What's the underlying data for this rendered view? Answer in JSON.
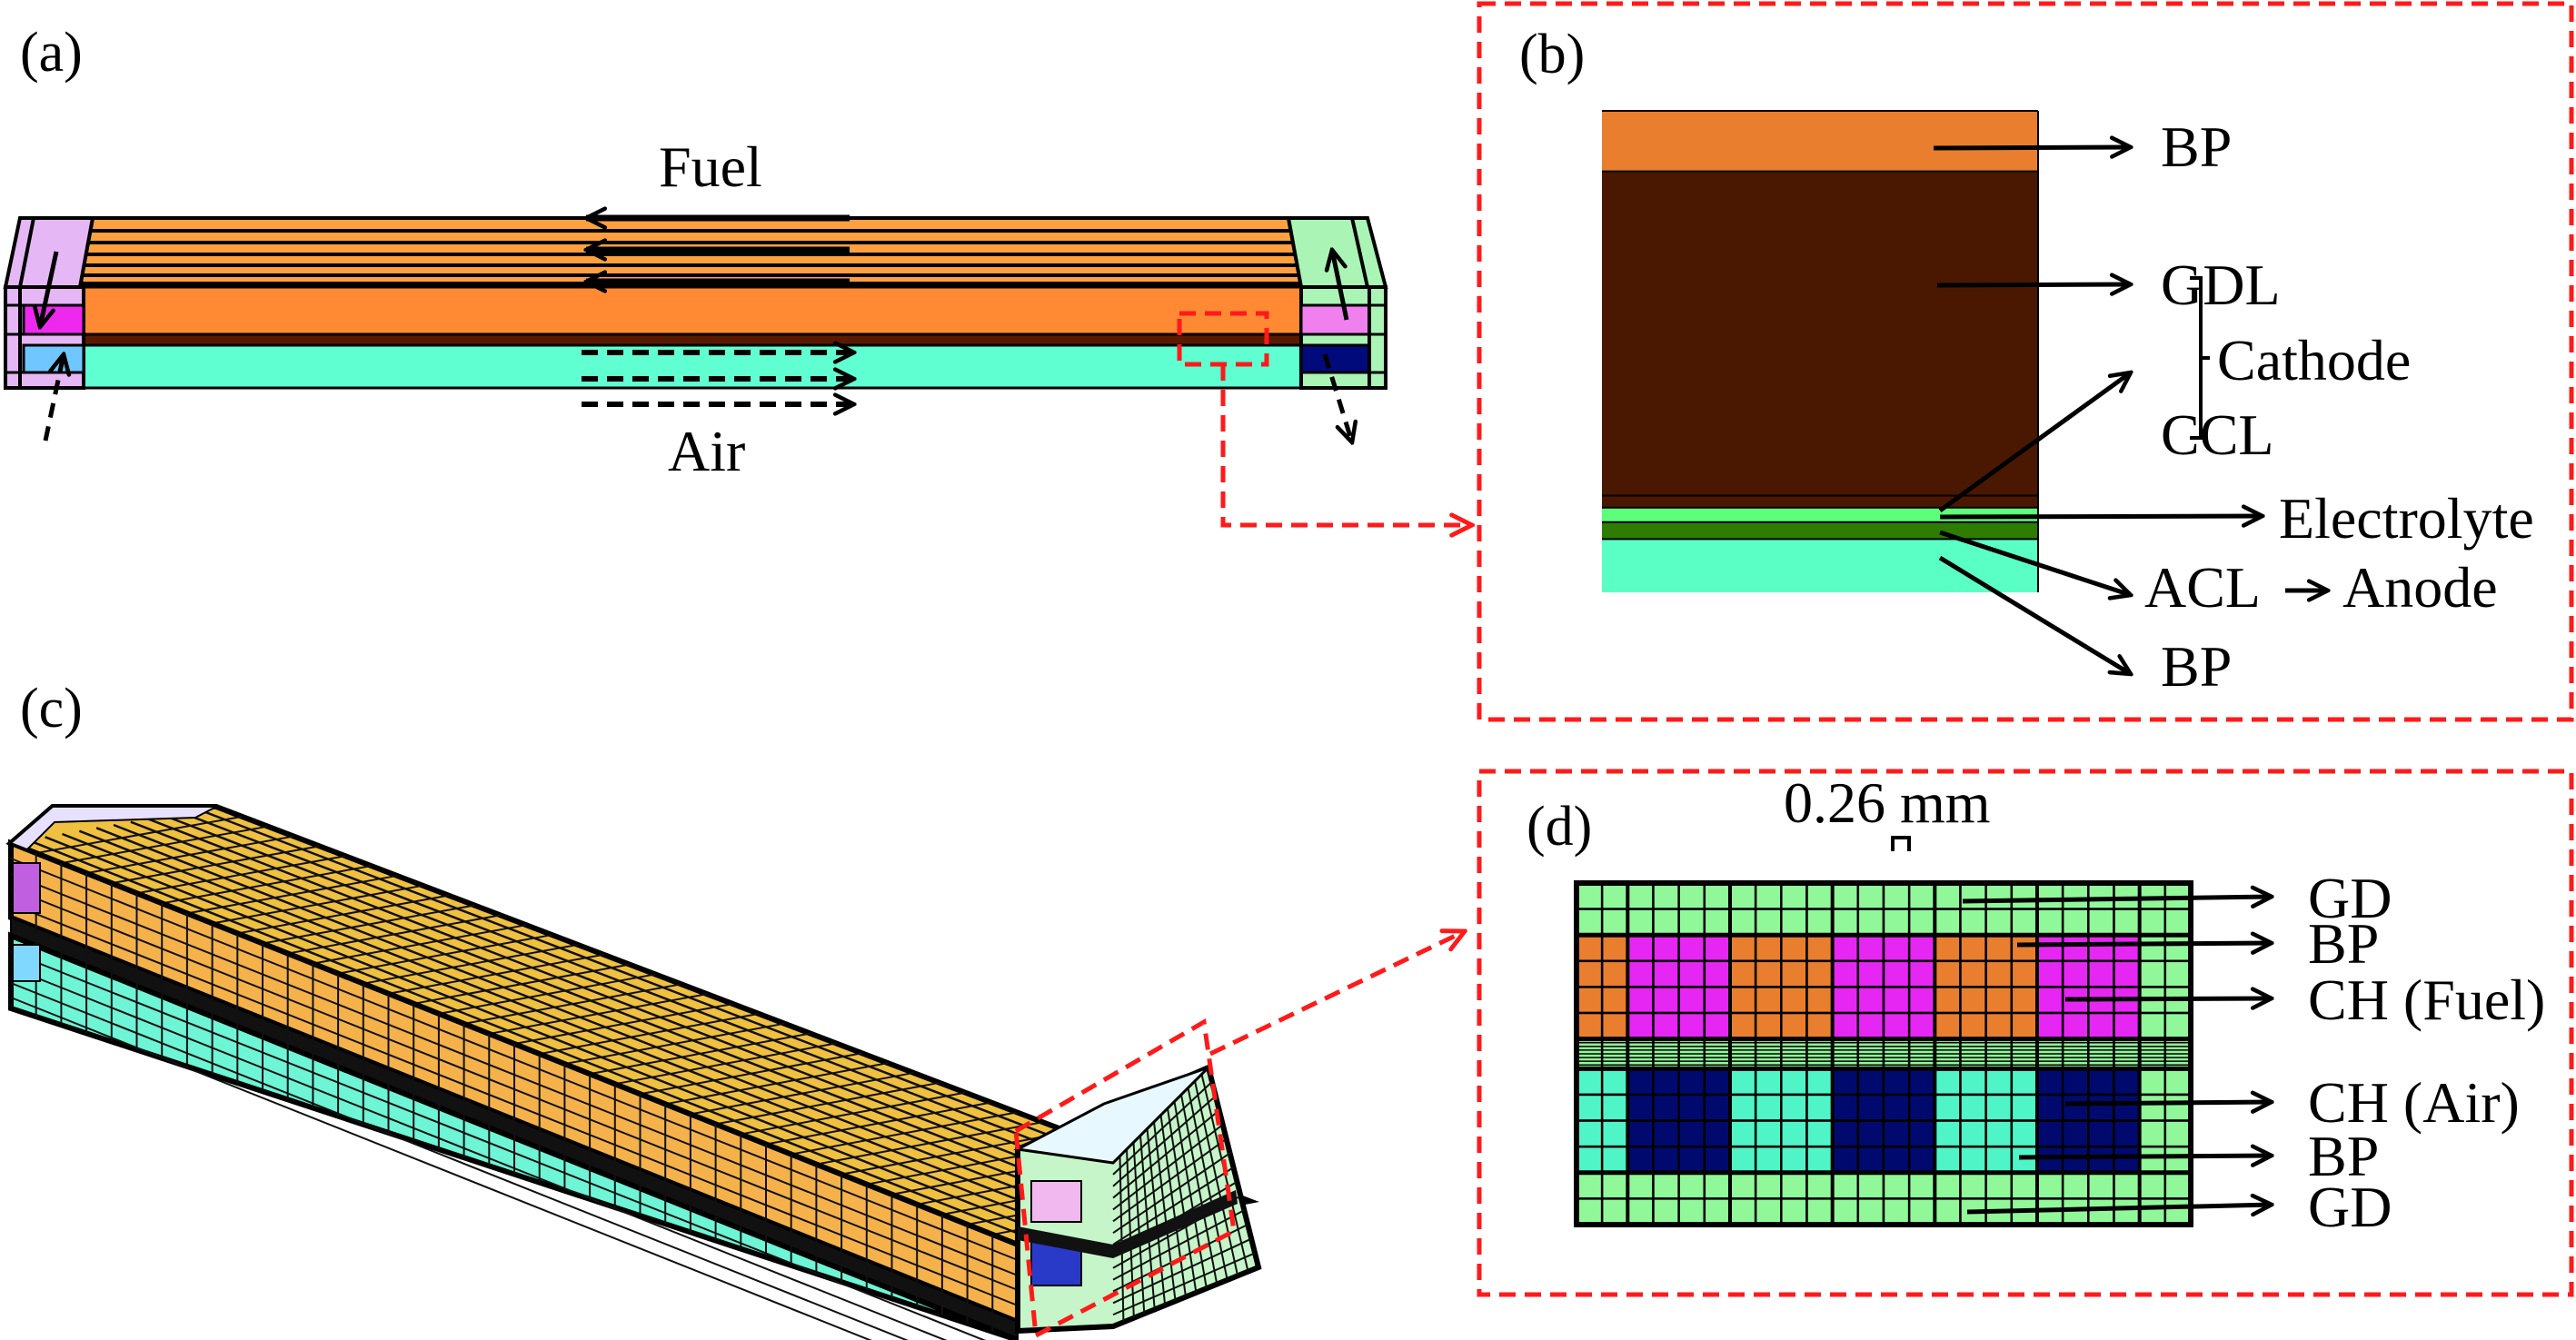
{
  "figure": {
    "panels": {
      "a": {
        "label": "(a)",
        "flow_labels": {
          "fuel": "Fuel",
          "air": "Air"
        },
        "fuel_arrow_count": 3,
        "air_arrow_count": 3,
        "colors": {
          "fuel_channel": "#ffa040",
          "bp_top": "#ff8a33",
          "membrane": "#5a1a00",
          "air_region": "#5fffd2",
          "left_manifold": "#e5b8f5",
          "left_fuel_port": "#ee28ee",
          "left_air_port": "#70c6ff",
          "right_manifold": "#aaf5b5",
          "right_fuel_port": "#f080ee",
          "right_air_port": "#000a7a",
          "highlight": "#ff1a1a"
        }
      },
      "b": {
        "label": "(b)",
        "layers": [
          {
            "name": "BP",
            "color": "#e87e2e",
            "thickness": 1.25
          },
          {
            "name": "GDL",
            "color": "#4a1800",
            "thickness": 6.7
          },
          {
            "name": "CCL",
            "color": "#4a1800",
            "thickness": 0.25
          },
          {
            "name": "Electrolyte",
            "color": "#5eff78",
            "thickness": 0.3
          },
          {
            "name": "ACL",
            "color": "#2e7d00",
            "thickness": 0.35
          },
          {
            "name": "BP",
            "color": "#5affc6",
            "thickness": 1.1
          }
        ],
        "labels": {
          "bp_top": "BP",
          "gdl": "GDL",
          "ccl": "CCL",
          "cathode": "Cathode",
          "electrolyte": "Electrolyte",
          "acl": "ACL",
          "anode": "Anode",
          "bp_bottom": "BP"
        }
      },
      "c": {
        "label": "(c)",
        "colors": {
          "top_face": "#f0c040",
          "fuel_side": "#f5b24a",
          "air_side": "#6df5d6",
          "end_face": "#c5f5c8",
          "end_top": "#e8f8ff",
          "pink_block": "#f0b8ee",
          "blue_block": "#2a3ac8",
          "left_purple": "#c060e0",
          "left_blue": "#80d8ff",
          "mesh_line": "#111111"
        }
      },
      "d": {
        "label": "(d)",
        "scale_label": "0.26 mm",
        "columns_pattern": [
          "edge2",
          "ch4",
          "rib4",
          "ch4",
          "rib4",
          "ch4",
          "gd2"
        ],
        "colors": {
          "gd": "#90f898",
          "bp_fuel": "#e87e2e",
          "ch_fuel": "#e626f2",
          "membrane": "#90f898",
          "bp_air": "#4ff5c6",
          "ch_air": "#000a6e"
        },
        "labels": {
          "gd_top": "GD",
          "bp_top": "BP",
          "ch_fuel": "CH (Fuel)",
          "ch_air": "CH (Air)",
          "bp_bottom": "BP",
          "gd_bottom": "GD"
        }
      }
    }
  }
}
